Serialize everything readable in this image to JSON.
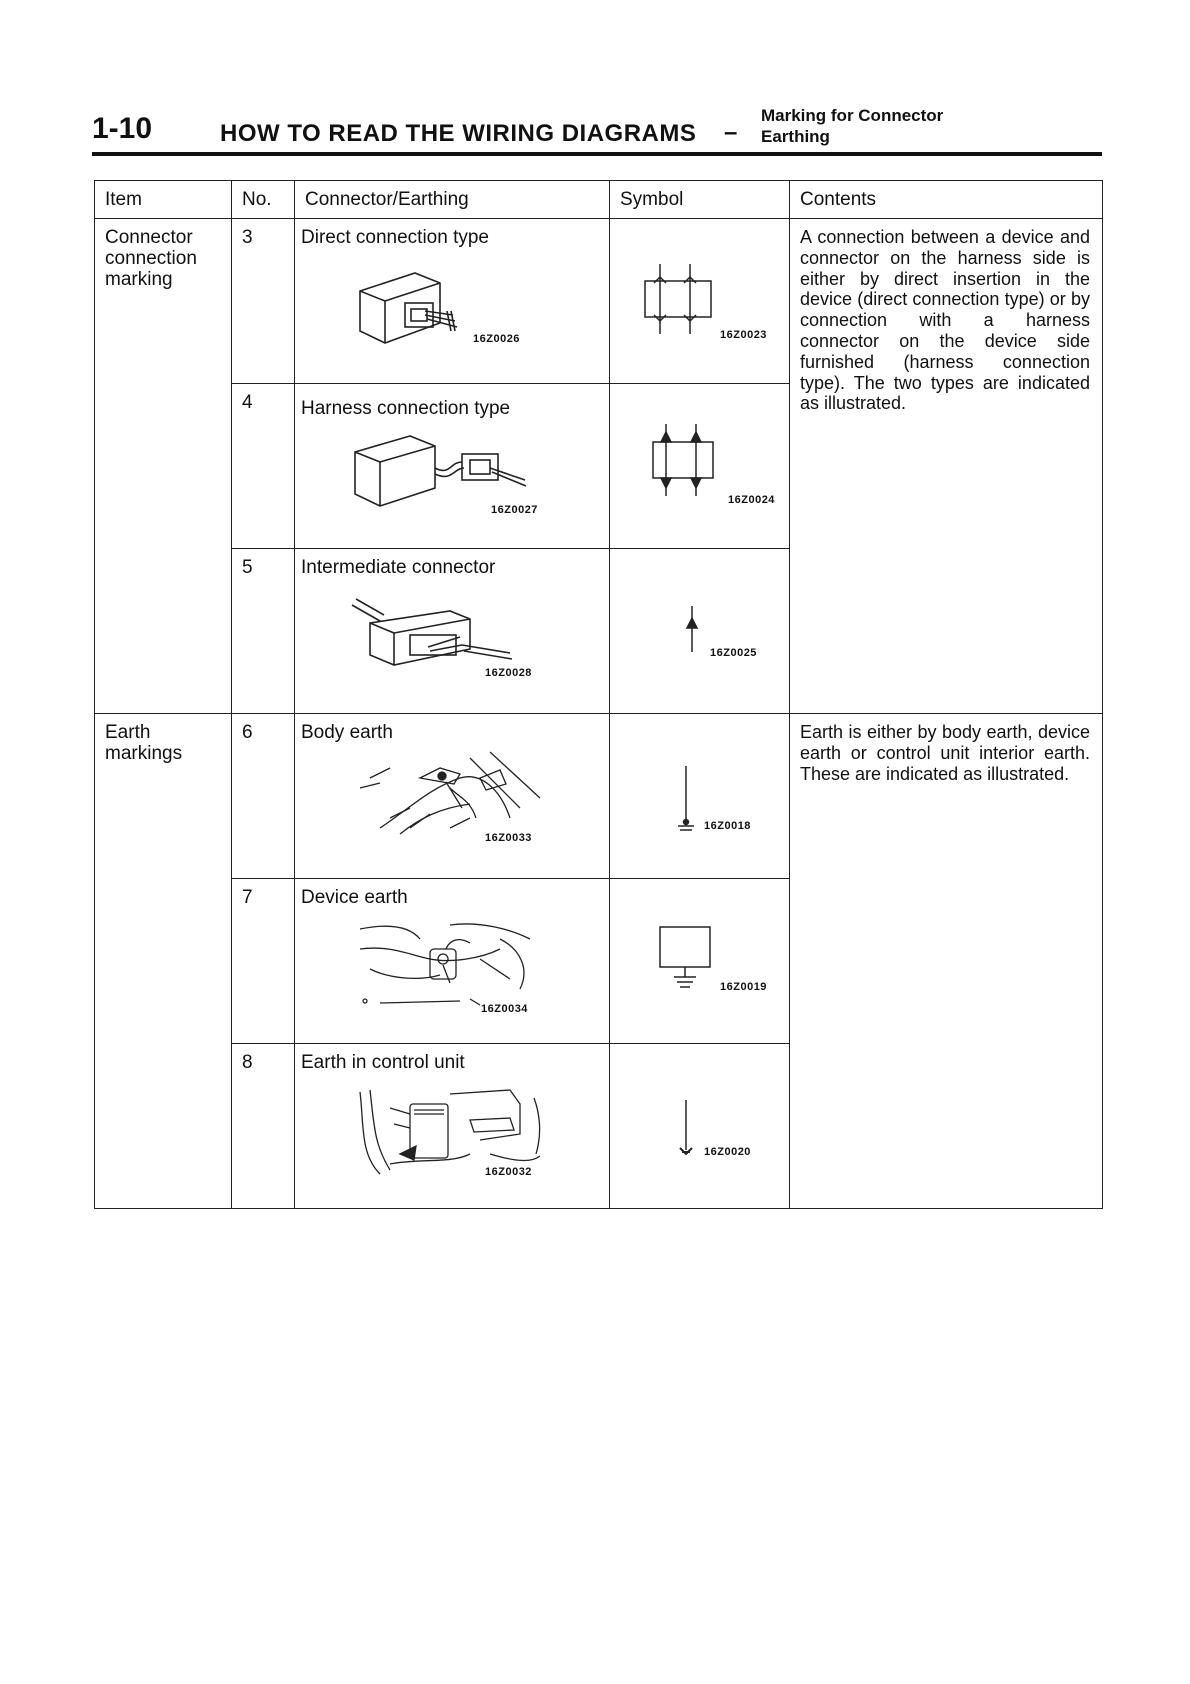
{
  "header": {
    "page_number": "1-10",
    "title": "HOW TO READ THE WIRING DIAGRAMS",
    "dash": "–",
    "subtitle_line1": "Marking for Connector",
    "subtitle_line2": "Earthing"
  },
  "table": {
    "columns": [
      "Item",
      "No.",
      "Connector/Earthing",
      "Symbol",
      "Contents"
    ],
    "groups": [
      {
        "item": "Connector connection marking",
        "contents": "A connection between a device and connector on the harness side is either by direct insertion in the device (direct connection type) or by connection with a harness connector on the device side furnished (harness connection type). The two types are indicated as illustrated.",
        "rows": [
          {
            "no": "3",
            "name": "Direct connection type",
            "figure_code": "16Z0026",
            "symbol_code": "16Z0023",
            "icon": "direct-connector-icon"
          },
          {
            "no": "4",
            "name": "Harness connection type",
            "figure_code": "16Z0027",
            "symbol_code": "16Z0024",
            "icon": "harness-connector-icon"
          },
          {
            "no": "5",
            "name": "Intermediate connector",
            "figure_code": "16Z0028",
            "symbol_code": "16Z0025",
            "icon": "intermediate-connector-icon"
          }
        ]
      },
      {
        "item": "Earth markings",
        "contents": "Earth is either by body earth, device earth or control unit interior earth. These are indicated as illustrated.",
        "rows": [
          {
            "no": "6",
            "name": "Body earth",
            "figure_code": "16Z0033",
            "symbol_code": "16Z0018",
            "icon": "body-earth-icon"
          },
          {
            "no": "7",
            "name": "Device earth",
            "figure_code": "16Z0034",
            "symbol_code": "16Z0019",
            "icon": "device-earth-icon"
          },
          {
            "no": "8",
            "name": "Earth in control unit",
            "figure_code": "16Z0032",
            "symbol_code": "16Z0020",
            "icon": "control-unit-earth-icon"
          }
        ]
      }
    ]
  }
}
